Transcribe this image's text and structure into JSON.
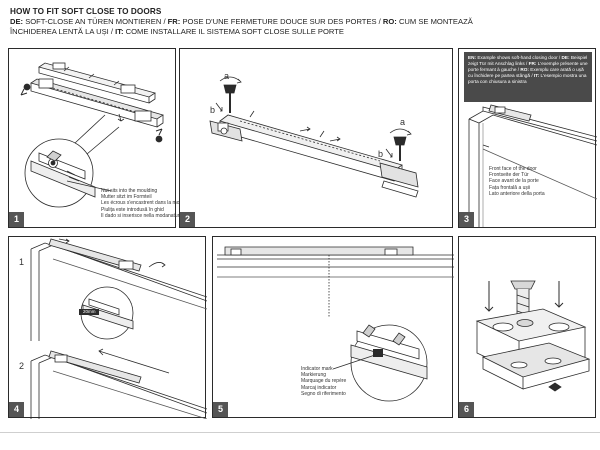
{
  "header": {
    "title": "HOW TO FIT SOFT CLOSE TO DOORS",
    "line1": [
      {
        "code": "DE:",
        "text": " SOFT-CLOSE AN TÜREN MONTIEREN / "
      },
      {
        "code": "FR:",
        "text": " POSE D'UNE FERMETURE DOUCE SUR DES PORTES / "
      },
      {
        "code": "RO:",
        "text": " CUM SE MONTEAZĂ"
      }
    ],
    "line2": [
      {
        "code": "",
        "text": "ÎNCHIDEREA LENTĂ LA UȘI / "
      },
      {
        "code": "IT:",
        "text": " COME INSTALLARE IL SISTEMA SOFT CLOSE SULLE PORTE"
      }
    ]
  },
  "panels": {
    "p1": {
      "number": "1",
      "caption": [
        "Nut sits into the moulding",
        "Mutter sitzt im Formteil",
        "Les écrous s'encastrent dans la moulure",
        "Piulița este introdusă în ghid",
        "Il dado si inserisce nella modanatura"
      ]
    },
    "p2": {
      "number": "2",
      "label_a_top": "a",
      "label_b_top": "b",
      "label_a_bottom": "a",
      "label_b_bottom": "b"
    },
    "p3": {
      "number": "3",
      "note": [
        {
          "code": "EN:",
          "text": " Example shows soft-hand closing door / "
        },
        {
          "code": "DE:",
          "text": " Beispiel zeigt Tür mit Anschlag links / "
        },
        {
          "code": "FR:",
          "text": " L'exemple présente une porte fermant à gauche / "
        },
        {
          "code": "RO:",
          "text": " Exemplu care arată o ușă cu închidere pe partea stângă / "
        },
        {
          "code": "IT:",
          "text": " L'esempio mostra una porta con chiusura a sinistra"
        }
      ],
      "caption": [
        "Front face of the door",
        "Frontseite der Tür",
        "Face avant de la porte",
        "Fața frontală a ușii",
        "Lato anteriore della porta"
      ]
    },
    "p4": {
      "number": "4",
      "step1": "1",
      "step2": "2",
      "mark": "20mm"
    },
    "p5": {
      "number": "5",
      "caption": [
        "Indicator mark",
        "Markierung",
        "Marquage du repère",
        "Marcaj indicator",
        "Segno di riferimento"
      ]
    },
    "p6": {
      "number": "6"
    }
  },
  "colors": {
    "line": "#2b2b2b",
    "badge": "#555555",
    "note_bg": "#4a4a4a",
    "rail": "#e6e6e6"
  }
}
